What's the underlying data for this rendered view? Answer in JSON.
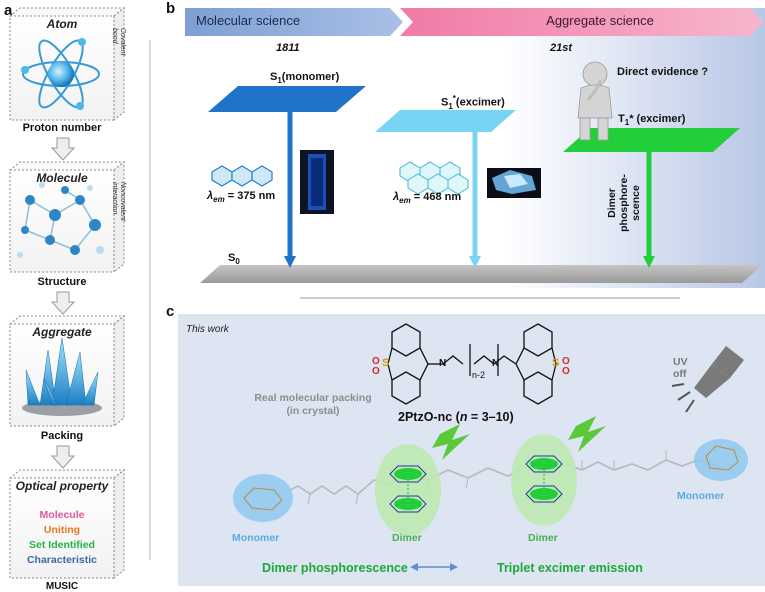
{
  "panel_a": {
    "letter": "a",
    "cube1": {
      "title": "Atom",
      "side": [
        "Covalent",
        "bond"
      ],
      "caption": "Proton number"
    },
    "cube2": {
      "title": "Molecule",
      "side": [
        "Noncovalent",
        "interaction"
      ],
      "caption": "Structure"
    },
    "cube3": {
      "title": "Aggregate",
      "caption": "Packing"
    },
    "cube4": {
      "title": "Optical property",
      "lines": [
        "Molecule",
        "Uniting",
        "Set Identified",
        "Characteristic"
      ],
      "line_colors": [
        "#e0559f",
        "#e8781e",
        "#23b34a",
        "#3a66b0"
      ],
      "caption": "MUSIC"
    }
  },
  "panel_b": {
    "letter": "b",
    "arrow_left": "Molecular science",
    "arrow_right": "Aggregate science",
    "year_left": "1811",
    "year_right": "21st",
    "s1_monomer": {
      "pre": "S",
      "sub": "1",
      "post": "(monomer)"
    },
    "s1_excimer": {
      "pre": "S",
      "sub": "1",
      "sup": "*",
      "post": "(excimer)"
    },
    "t1_excimer": {
      "pre": "T",
      "sub": "1",
      "post": "* (excimer)"
    },
    "direct_evidence": "Direct evidence ?",
    "lambda1": {
      "sym": "λ",
      "sub": "em",
      "val": " = 375 nm"
    },
    "lambda2": {
      "sym": "λ",
      "sub": "em",
      "val": " = 468 nm"
    },
    "dimer_phos": [
      "Dimer",
      "phosphore-",
      "scence"
    ],
    "s0": {
      "pre": "S",
      "sub": "0"
    }
  },
  "panel_c": {
    "letter": "c",
    "this_work": "This work",
    "real_packing": [
      "Real molecular packing",
      "(in crystal)"
    ],
    "compound": {
      "pre": "2PtzO-nc (",
      "n": "n",
      "range": " = 3–10)"
    },
    "uv_off": [
      "UV",
      "off"
    ],
    "monomer_left": "Monomer",
    "monomer_right": "Monomer",
    "dimer_left": "Dimer",
    "dimer_right": "Dimer",
    "dimer_phos": "Dimer phosphorescence",
    "triplet": "Triplet excimer emission",
    "struct": {
      "S": "S",
      "O": "O",
      "N": "N",
      "n2": "n-2"
    }
  }
}
